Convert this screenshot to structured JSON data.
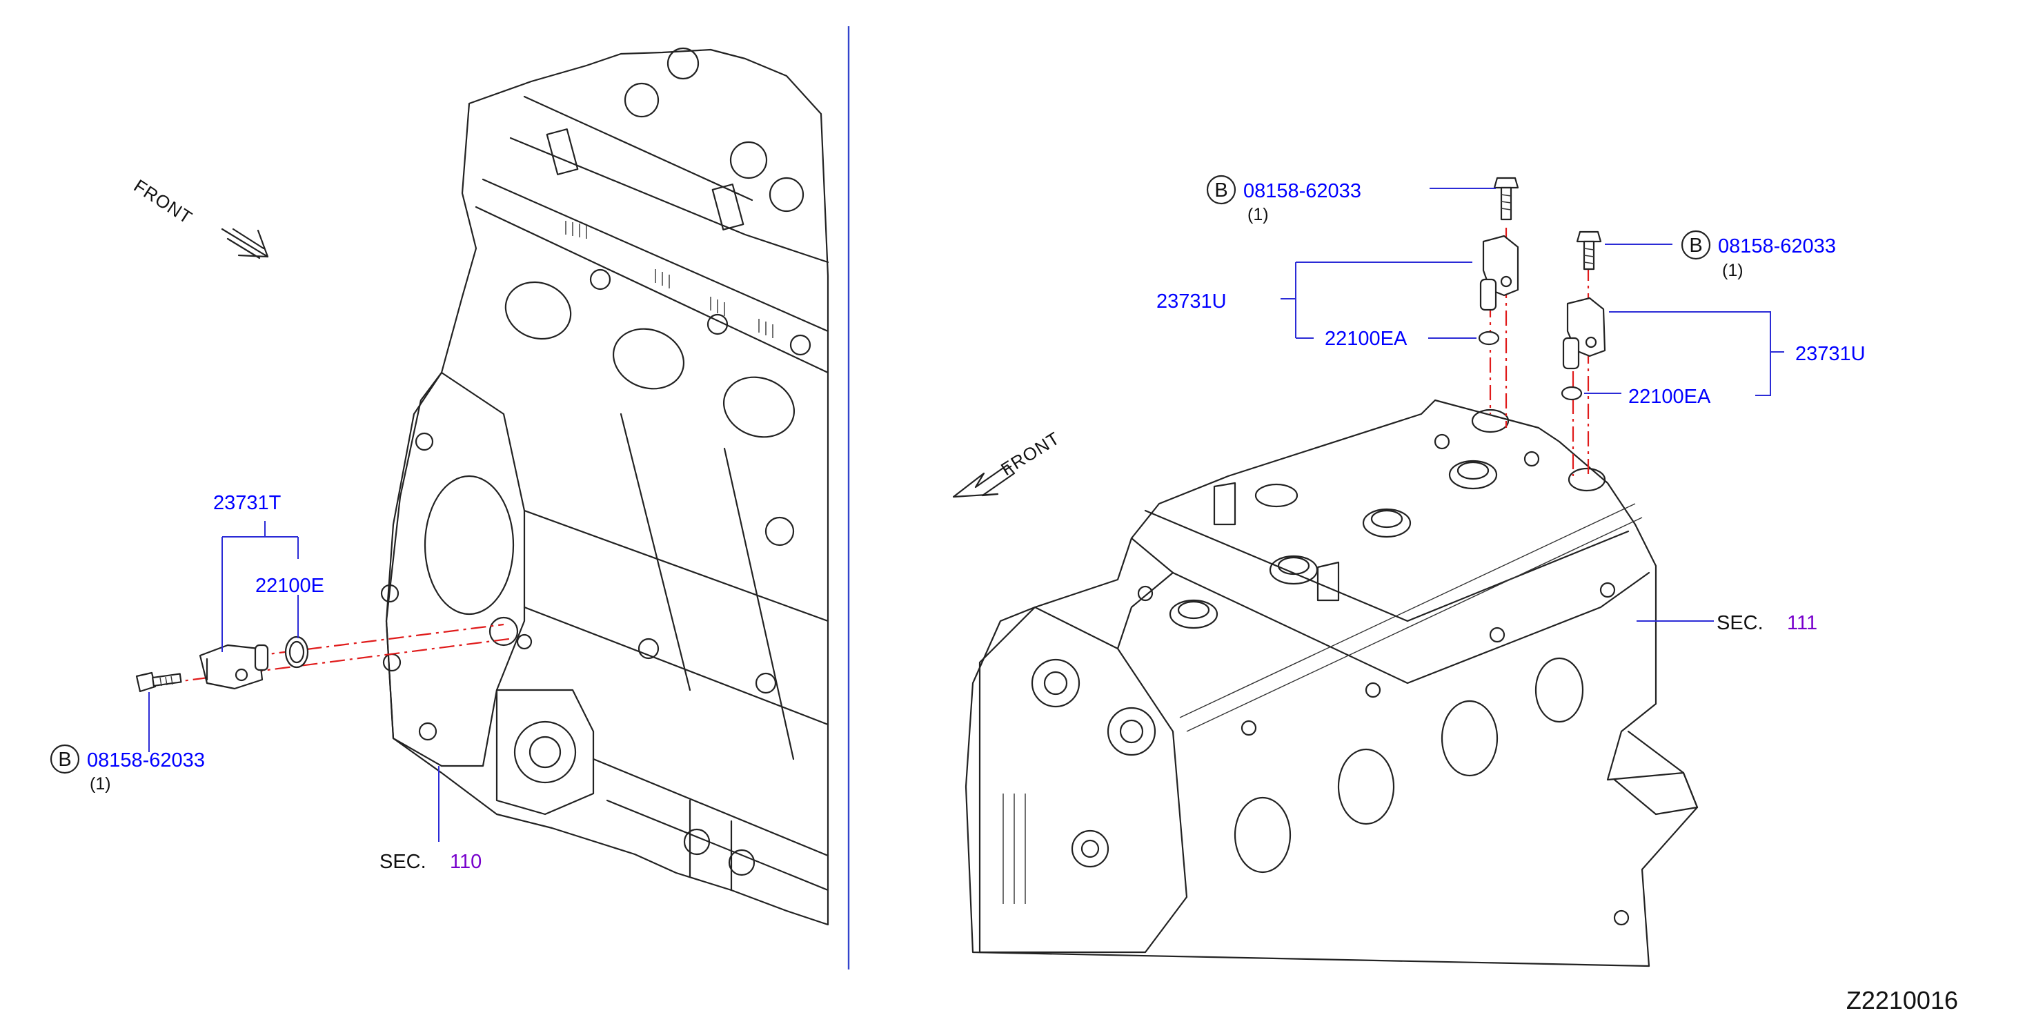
{
  "diagram": {
    "divider_color": "#3344cc",
    "part_label_color": "#0000ff",
    "section_number_color": "#7700cc",
    "guide_line_color": "#e01b1b",
    "left_view": {
      "front_label": "FRONT",
      "sensor": {
        "part": "23731T"
      },
      "seal": {
        "part": "22100E"
      },
      "bolt": {
        "circle_letter": "B",
        "part": "08158-62033",
        "qty": "(1)"
      },
      "section": {
        "label": "SEC.",
        "number": "110"
      }
    },
    "right_view": {
      "front_label": "FRONT",
      "bolt_left": {
        "circle_letter": "B",
        "part": "08158-62033",
        "qty": "(1)"
      },
      "bolt_right": {
        "circle_letter": "B",
        "part": "08158-62033",
        "qty": "(1)"
      },
      "sensor_left": {
        "part": "23731U"
      },
      "seal_left": {
        "part": "22100EA"
      },
      "sensor_right": {
        "part": "23731U"
      },
      "seal_right": {
        "part": "22100EA"
      },
      "section": {
        "label": "SEC.",
        "number": "111"
      }
    },
    "diagram_code": "Z2210016"
  }
}
